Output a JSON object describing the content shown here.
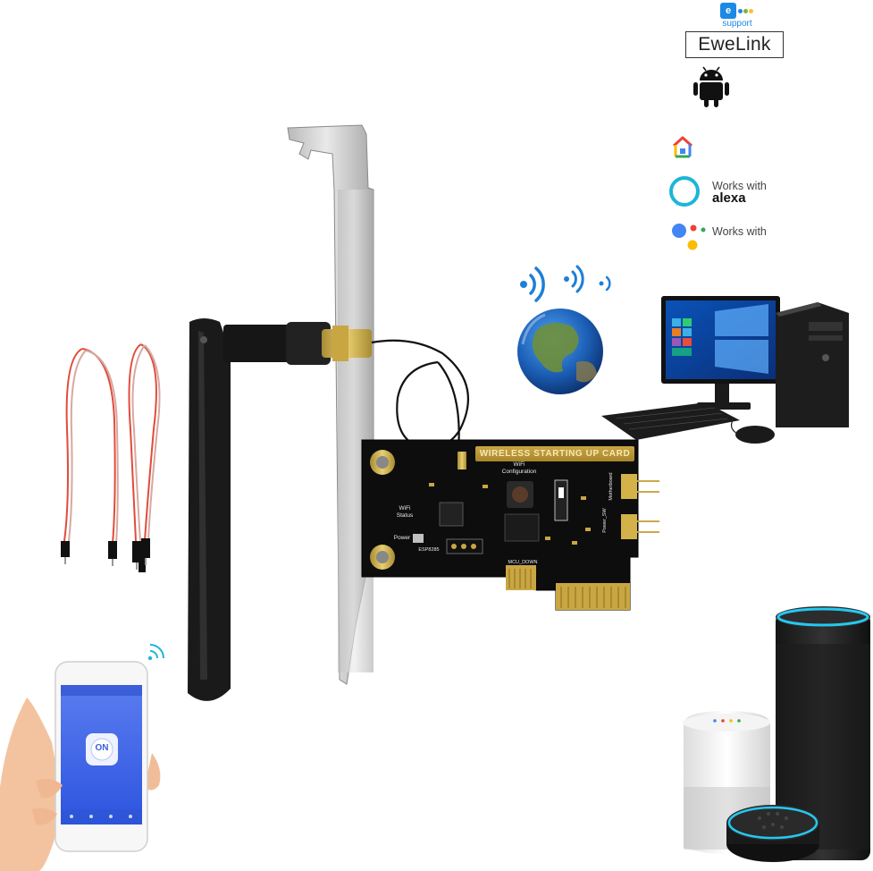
{
  "branding": {
    "esupport_letter": "e",
    "esupport_label": "support",
    "ewelink": "EweLink",
    "alexa_works": "Works with",
    "alexa_brand": "alexa",
    "google_works": "Works with"
  },
  "pcb": {
    "title": "WIRELESS STARTING UP CARD",
    "wifi_config": "WiFi Configuration",
    "wifi_status": "WiFi Status",
    "power": "Power",
    "esp_label": "ESP8285",
    "mcu_down": "MCU_DOWN",
    "pc_power_sw": "Power_SW",
    "mb_power_sw": "Motherboard"
  },
  "phone": {
    "app_button": "ON"
  },
  "icons": [
    "esupport-logo-icon",
    "android-icon",
    "google-home-icon",
    "alexa-icon",
    "google-assistant-icon",
    "wifi-signal-icon",
    "globe-icon",
    "desktop-computer-icon",
    "antenna-icon",
    "jumper-wires-icon",
    "smartphone-icon",
    "smart-speaker-icon"
  ],
  "colors": {
    "pcb": "#0d0d0d",
    "gold": "#c9a642",
    "wifi_blue": "#1e7fd6",
    "alexa_cyan": "#1cb6d8",
    "app_blue": "#3a62e8"
  }
}
